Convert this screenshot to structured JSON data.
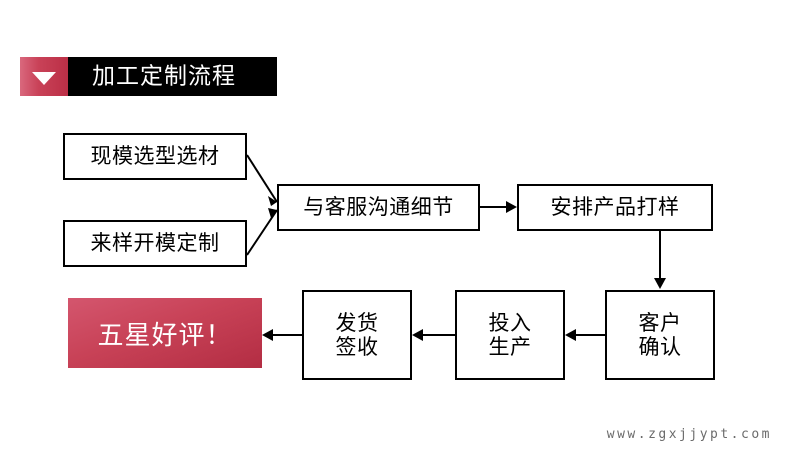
{
  "header": {
    "title": "加工定制流程",
    "marker_icon": "triangle-down-icon",
    "marker_color": "#c94258",
    "bar_color": "#000000",
    "title_color": "#ffffff"
  },
  "flow": {
    "nodes": [
      {
        "id": "source-existing-mold",
        "label": "现模选型选材",
        "style": "outline"
      },
      {
        "id": "source-custom-mold",
        "label": "来样开模定制",
        "style": "outline"
      },
      {
        "id": "consult-service",
        "label": "与客服沟通细节",
        "style": "outline"
      },
      {
        "id": "arrange-sampling",
        "label": "安排产品打样",
        "style": "outline"
      },
      {
        "id": "customer-confirm",
        "label": "客户\n确认",
        "style": "outline"
      },
      {
        "id": "start-production",
        "label": "投入\n生产",
        "style": "outline"
      },
      {
        "id": "ship-receive",
        "label": "发货\n签收",
        "style": "outline"
      },
      {
        "id": "five-star-review",
        "label": "五星好评！",
        "style": "filled"
      }
    ],
    "edges": [
      {
        "from": "source-existing-mold",
        "to": "consult-service",
        "kind": "diagonal-down-right"
      },
      {
        "from": "source-custom-mold",
        "to": "consult-service",
        "kind": "diagonal-up-right"
      },
      {
        "from": "consult-service",
        "to": "arrange-sampling",
        "kind": "horizontal-right"
      },
      {
        "from": "arrange-sampling",
        "to": "customer-confirm",
        "kind": "vertical-down"
      },
      {
        "from": "customer-confirm",
        "to": "start-production",
        "kind": "horizontal-left"
      },
      {
        "from": "start-production",
        "to": "ship-receive",
        "kind": "horizontal-left"
      },
      {
        "from": "ship-receive",
        "to": "five-star-review",
        "kind": "horizontal-left"
      }
    ],
    "accent_color": "#c84257",
    "line_color": "#000000",
    "box_fill": "#ffffff"
  },
  "watermark": {
    "text": "www.zgxjjypt.com"
  }
}
